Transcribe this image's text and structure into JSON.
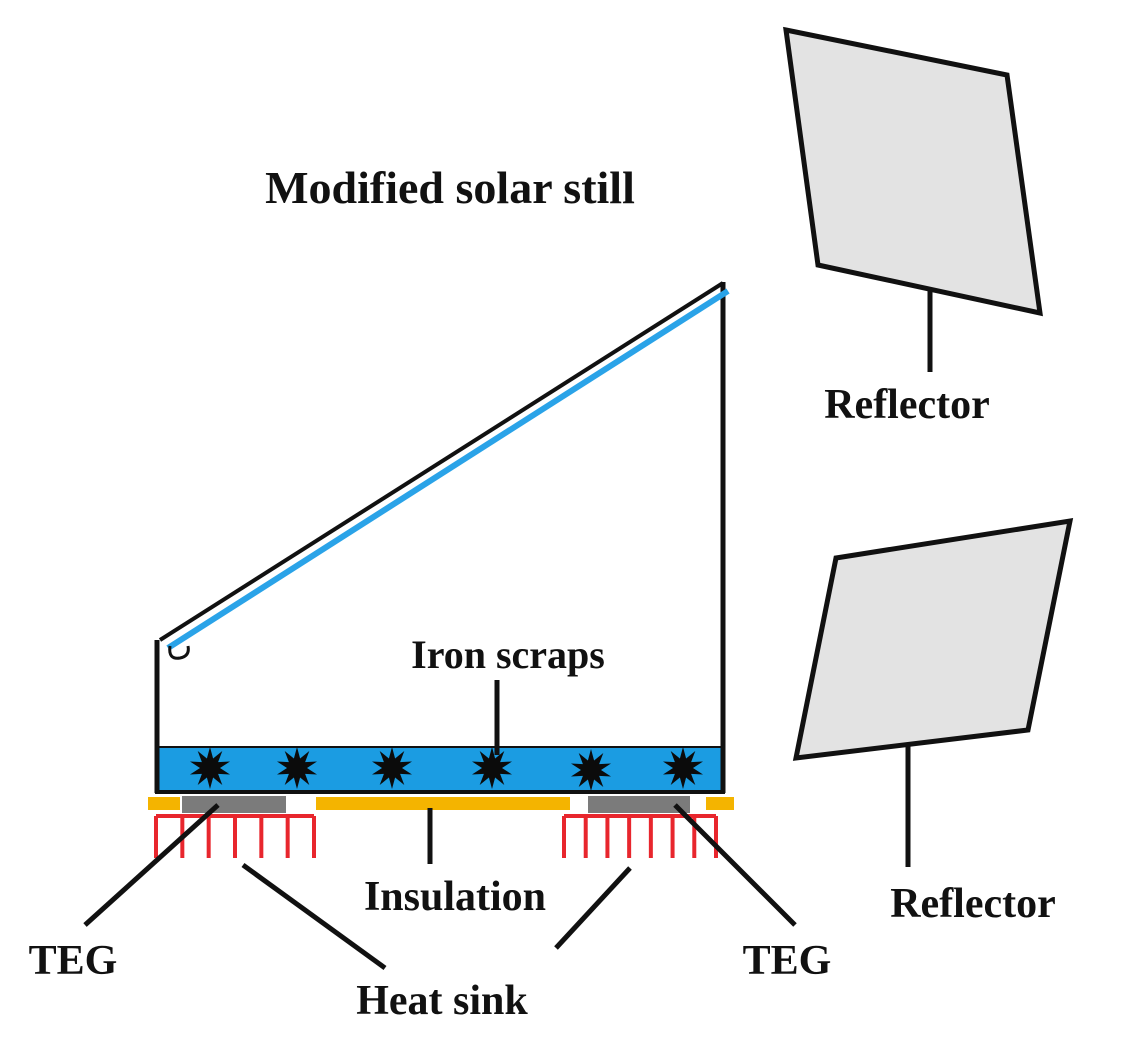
{
  "title": "Modified solar still",
  "labels": {
    "reflector_top": "Reflector",
    "reflector_bottom": "Reflector",
    "iron_scraps": "Iron scraps",
    "insulation": "Insulation",
    "teg_left": "TEG",
    "teg_right": "TEG",
    "heat_sink": "Heat sink"
  },
  "colors": {
    "glass_cover": "#2aa3e8",
    "water": "#1b9ce2",
    "insulation": "#f4b400",
    "teg": "#7b7b7b",
    "heat_sink": "#e8262d",
    "reflector": "#e3e3e3",
    "outline": "#111111"
  }
}
